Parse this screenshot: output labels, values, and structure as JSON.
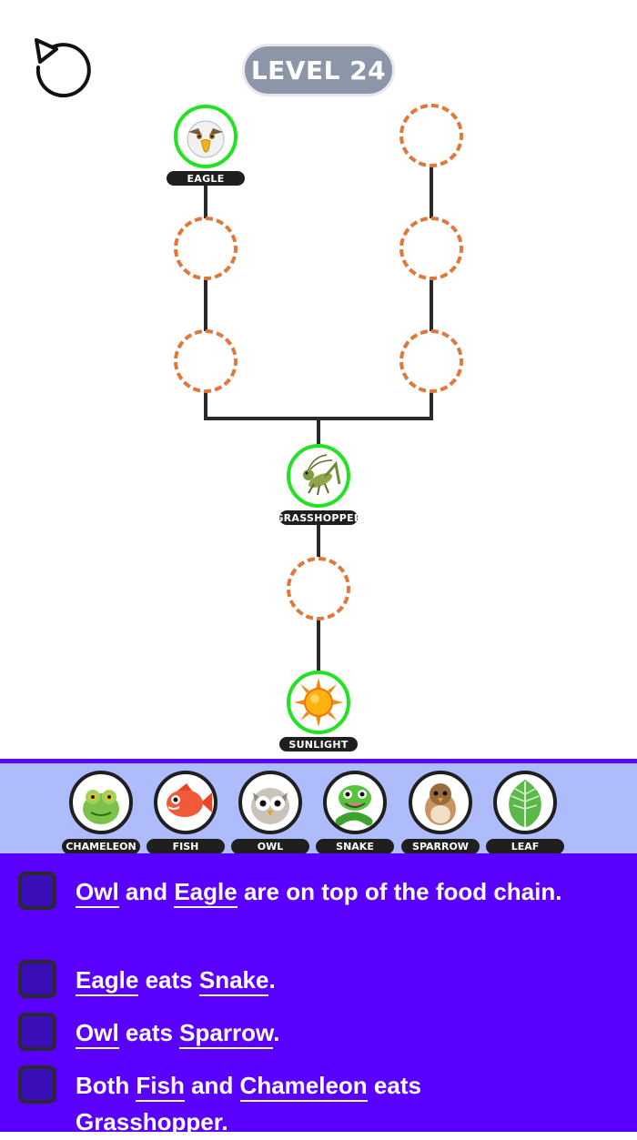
{
  "level": {
    "label": "LEVEL 24"
  },
  "board": {
    "eagle": "EAGLE",
    "grasshopper": "GRASSHOPPER",
    "sunlight": "SUNLIGHT"
  },
  "tray": [
    "CHAMELEON",
    "FISH",
    "OWL",
    "SNAKE",
    "SPARROW",
    "LEAF"
  ],
  "clues": [
    {
      "a": "Owl",
      "b": " and ",
      "c": "Eagle",
      "d": " are on top of the food chain."
    },
    {
      "a": "Eagle",
      "b": " eats ",
      "c": "Snake",
      "d": "."
    },
    {
      "a": "Owl",
      "b": " eats ",
      "c": "Sparrow",
      "d": "."
    },
    {
      "pre": "Both ",
      "a": "Fish",
      "b": " and ",
      "c": "Chameleon",
      "d": " eats ",
      "e": "Grasshopper",
      "f": "."
    }
  ],
  "colors": {
    "accent": "#5a00ff",
    "tray": "#afbcfb",
    "filled_ring": "#22e322",
    "slot_ring": "#e0783a"
  }
}
